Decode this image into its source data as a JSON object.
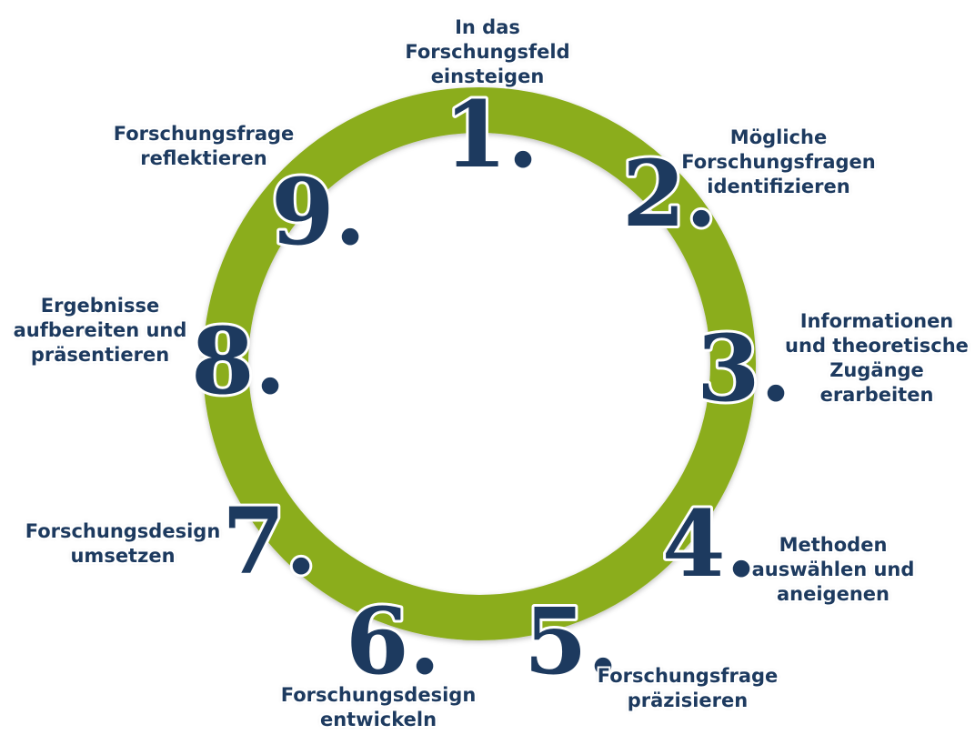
{
  "colors": {
    "ring": "#8bad1b",
    "ring_outline": "#7a9a14",
    "text": "#1d3a5f"
  },
  "steps": [
    {
      "number": "1.",
      "label": "In das\nForschungsfeld\neinsteigen"
    },
    {
      "number": "2.",
      "label": "Mögliche\nForschungsfragen\nidentifizieren"
    },
    {
      "number": "3.",
      "label": "Informationen\nund theoretische\nZugänge\nerarbeiten"
    },
    {
      "number": "4.",
      "label": "Methoden\nauswählen und\naneigenen"
    },
    {
      "number": "5.",
      "label": "Forschungsfrage\npräzisieren"
    },
    {
      "number": "6.",
      "label": "Forschungsdesign\nentwickeln"
    },
    {
      "number": "7.",
      "label": "Forschungsdesign\numsetzen"
    },
    {
      "number": "8.",
      "label": "Ergebnisse\naufbereiten und\npräsentieren"
    },
    {
      "number": "9.",
      "label": "Forschungsfrage\nreflektieren"
    }
  ]
}
